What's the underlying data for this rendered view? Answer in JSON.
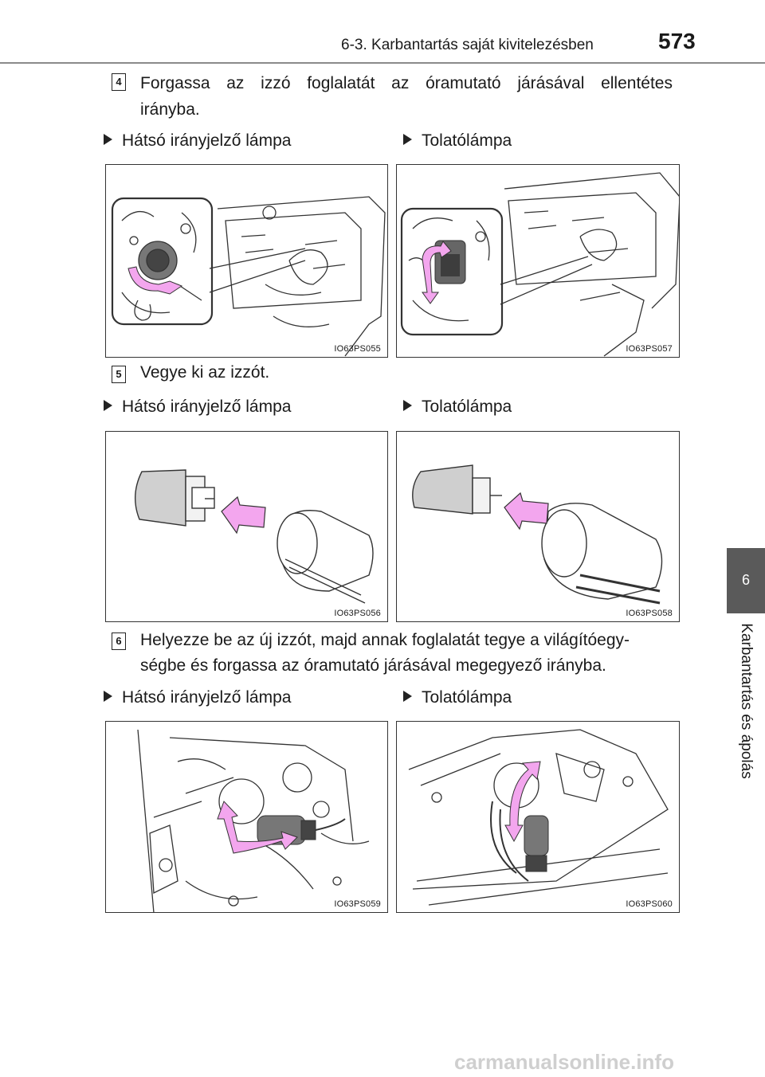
{
  "header": {
    "section": "6-3. Karbantartás saját kivitelezésben",
    "page_number": "573"
  },
  "side_tab": {
    "chapter_number": "6",
    "chapter_title": "Karbantartás és ápolás"
  },
  "steps": [
    {
      "number": "4",
      "text_line1": "Forgassa az izzó foglalatát az óramutató járásával ellentétes",
      "text_line2": "irányba.",
      "left_label": "Hátsó irányjelző lámpa",
      "right_label": "Tolatólámpa",
      "left_code": "IO63PS055",
      "right_code": "IO63PS057"
    },
    {
      "number": "5",
      "text_line1": "Vegye ki az izzót.",
      "left_label": "Hátsó irányjelző lámpa",
      "right_label": "Tolatólámpa",
      "left_code": "IO63PS056",
      "right_code": "IO63PS058"
    },
    {
      "number": "6",
      "text_line1": "Helyezze be az új izzót, majd annak foglalatát tegye a világítóegy-",
      "text_line2": "ségbe és forgassa az óramutató járásával megegyező irányba.",
      "left_label": "Hátsó irányjelző lámpa",
      "right_label": "Tolatólámpa",
      "left_code": "IO63PS059",
      "right_code": "IO63PS060"
    }
  ],
  "watermark": "carmanualsonline.info",
  "colors": {
    "arrow": "#f3a6ee",
    "tab": "#5a5a5a"
  }
}
